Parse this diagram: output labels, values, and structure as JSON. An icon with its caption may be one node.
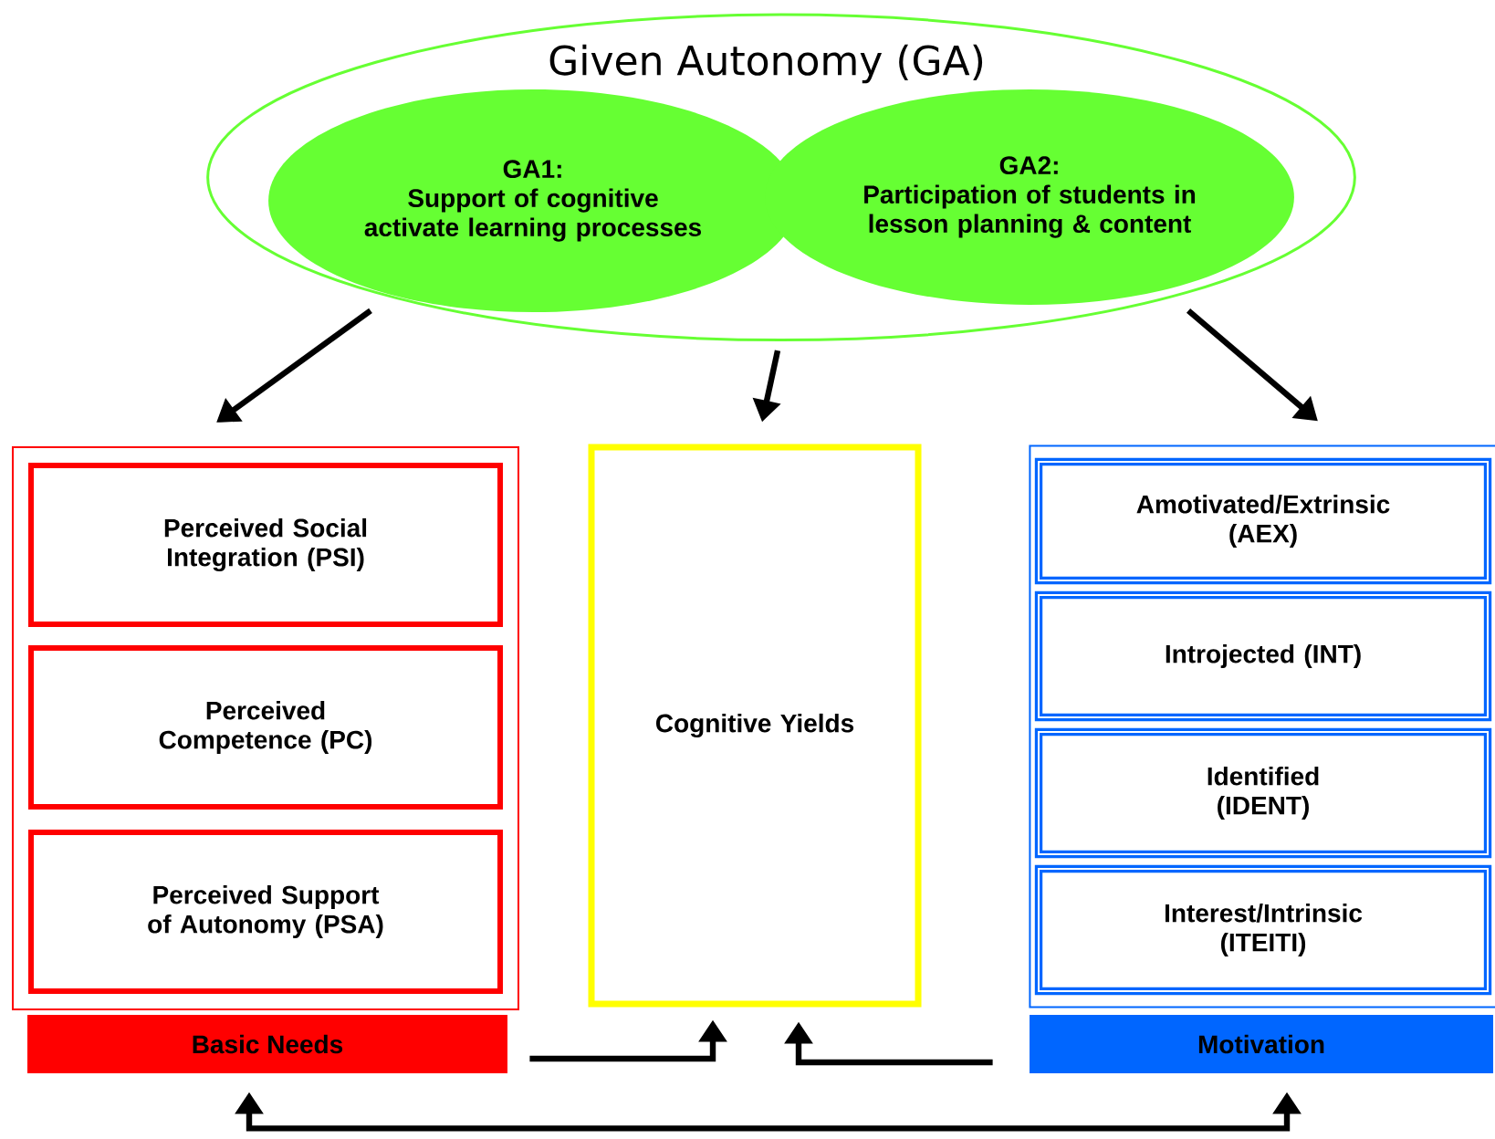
{
  "diagram": {
    "nodes": [
      {
        "text": [
          "Given Autonomy (GA)"
        ]
      },
      {
        "text": [
          "GA1:",
          "Support of cognitive activate learning processes"
        ],
        "in": 0
      },
      {
        "text": [
          "GA2:",
          "Participation of students in lesson planning & content"
        ],
        "in": 0
      },
      {
        "text": [],
        "shape": "box"
      },
      {
        "text": [
          "Perceived Social Integration (PSI)"
        ],
        "in": 3
      },
      {
        "text": [
          "Perceived Competence (PC)"
        ],
        "in": 3
      },
      {
        "text": [
          "Perceived Support of Autonomy (PSA)"
        ],
        "in": 3
      },
      {
        "text": [
          "Basic Needs"
        ]
      },
      {
        "text": [
          "Cognitive Yields"
        ]
      },
      {
        "text": [],
        "shape": "box"
      },
      {
        "text": [
          "Amotivated/Extrinsic (AEX)"
        ],
        "in": 9
      },
      {
        "text": [
          "Introjected (INT)"
        ],
        "in": 9
      },
      {
        "text": [
          "Identified (IDENT)"
        ],
        "in": 9
      },
      {
        "text": [
          "Interest/Intrinsic (ITEITI)"
        ],
        "in": 9
      },
      {
        "text": [
          "Motivation"
        ]
      }
    ],
    "edges": [
      {
        "from": 0,
        "to": 3,
        "arrow": "to"
      },
      {
        "from": 0,
        "to": 8,
        "arrow": "to"
      },
      {
        "from": 0,
        "to": 9,
        "arrow": "to"
      },
      {
        "from": 7,
        "to": 8,
        "arrow": "to"
      },
      {
        "from": 14,
        "to": 8,
        "arrow": "to"
      },
      {
        "from": 7,
        "to": 14,
        "arrow": "both"
      }
    ]
  }
}
